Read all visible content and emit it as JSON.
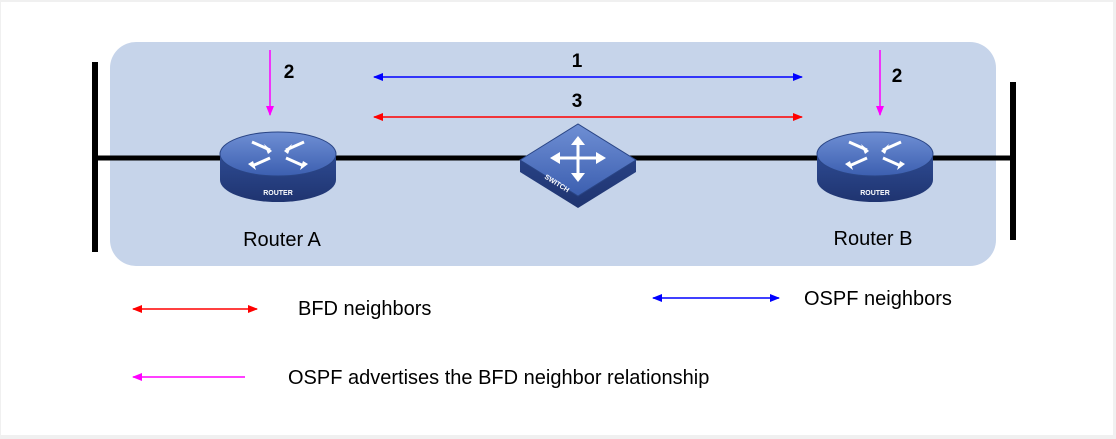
{
  "diagram": {
    "edges": {
      "ospf_label": "1",
      "bfd_label": "3",
      "advertise_left_label": "2",
      "advertise_right_label": "2"
    },
    "nodes": {
      "router_a": {
        "name": "Router A",
        "icon_text": "ROUTER"
      },
      "router_b": {
        "name": "Router B",
        "icon_text": "ROUTER"
      },
      "switch": {
        "icon_text": "SWITCH"
      }
    },
    "legend": {
      "bfd": "BFD neighbors",
      "ospf": "OSPF neighbors",
      "advertise": "OSPF advertises the BFD neighbor relationship"
    },
    "colors": {
      "bfd": "#ff0000",
      "ospf": "#0000ff",
      "advertise": "#ff00ff",
      "panel": "#c6d4ea",
      "device": "#3b5ba8"
    }
  }
}
